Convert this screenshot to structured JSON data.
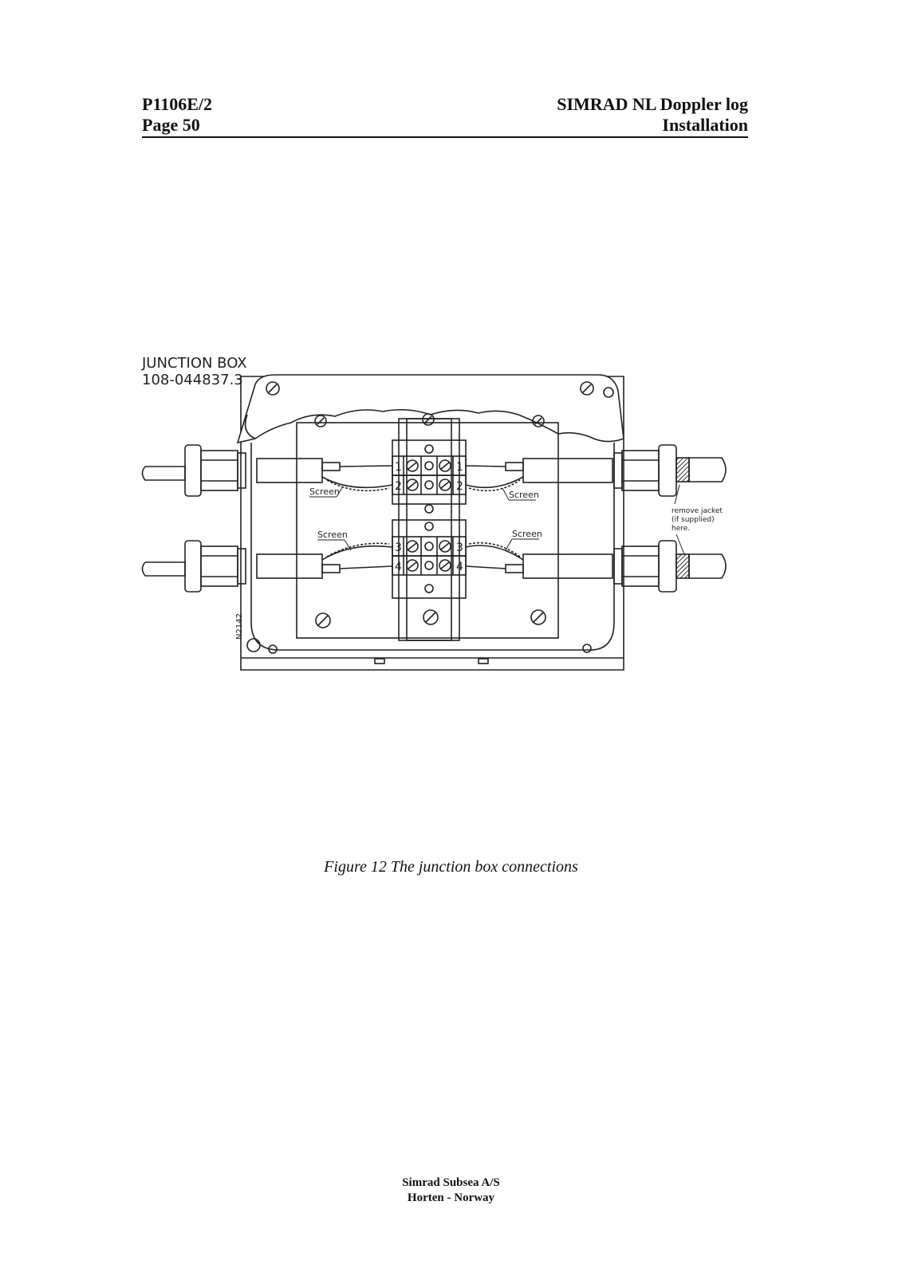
{
  "header": {
    "doc_id": "P1106E/2",
    "page": "Page 50",
    "product": "SIMRAD NL Doppler log",
    "section": "Installation"
  },
  "figure": {
    "title_line1": "JUNCTION BOX",
    "title_line2": "108-044837.3",
    "terminals": {
      "t1_left": "1",
      "t1_right": "1",
      "t2_left": "2",
      "t2_right": "2",
      "t3_left": "3",
      "t3_right": "3",
      "t4_left": "4",
      "t4_right": "4"
    },
    "screen_label": "Screen",
    "note_line1": "remove jacket",
    "note_line2": "(if supplied)",
    "note_line3": "here.",
    "drawing_id": "N2142",
    "caption": "Figure 12  The junction box connections"
  },
  "footer": {
    "line1": "Simrad Subsea A/S",
    "line2": "Horten  -  Norway"
  }
}
